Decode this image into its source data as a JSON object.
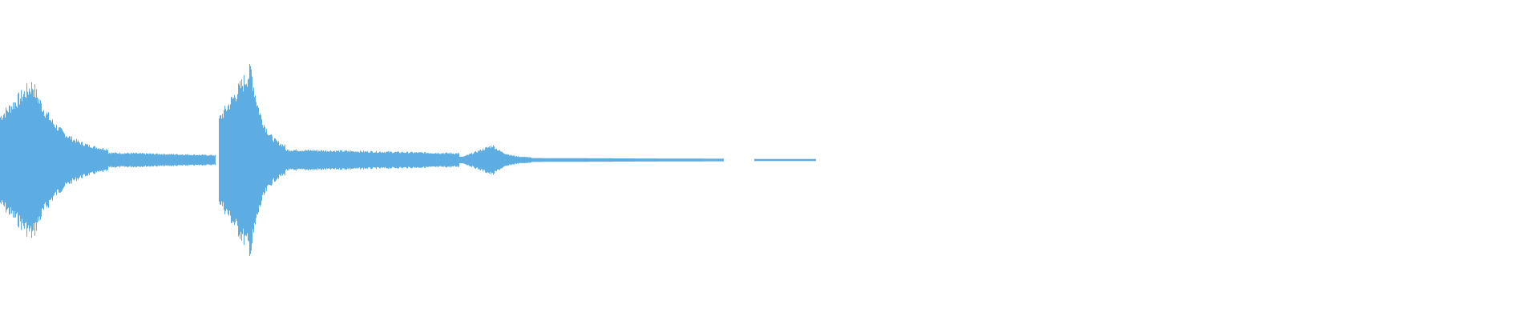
{
  "waveform": {
    "color": "#5dade2",
    "background": "#ffffff",
    "description_free": true,
    "visible_fraction": 0.53,
    "events": [
      {
        "start": 0.0,
        "attack": 0.0,
        "peak": 0.021,
        "decay_end": 0.07,
        "tail_level": 0.05,
        "tail_end": 0.14,
        "peak_level": 0.52,
        "start_level": 0.3
      },
      {
        "start": 0.142,
        "attack": 0.142,
        "peak": 0.163,
        "decay_end": 0.185,
        "tail_level": 0.07,
        "tail_end": 0.298,
        "peak_level": 0.62,
        "start_level": 0.28
      },
      {
        "start": 0.298,
        "attack": 0.3,
        "peak": 0.32,
        "decay_end": 0.345,
        "tail_level": 0.012,
        "tail_end": 0.47,
        "peak_level": 0.1,
        "start_level": 0.02
      },
      {
        "start": 0.49,
        "attack": 0.49,
        "peak": 0.49,
        "decay_end": 0.53,
        "tail_level": 0.006,
        "tail_end": 0.53,
        "peak_level": 0.006,
        "start_level": 0.006
      }
    ],
    "gap": [
      0.47,
      0.49
    ]
  }
}
